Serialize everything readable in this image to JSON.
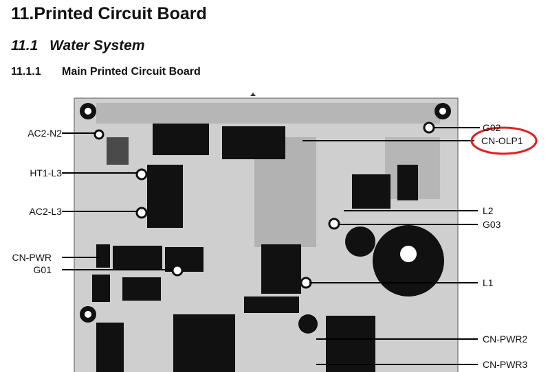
{
  "heading1": {
    "number": "11.",
    "title": "Printed Circuit Board"
  },
  "heading2": {
    "number": "11.1",
    "title": "Water System"
  },
  "heading3": {
    "number": "11.1.1",
    "title": "Main Printed Circuit Board"
  },
  "labels_left": [
    "AC2-N2",
    "HT1-L3",
    "AC2-L3",
    "CN-PWR",
    "G01"
  ],
  "labels_right": [
    "G02",
    "CN-OLP1",
    "L2",
    "G03",
    "L1",
    "CN-PWR2",
    "CN-PWR3"
  ],
  "highlight_color": "#e02020"
}
